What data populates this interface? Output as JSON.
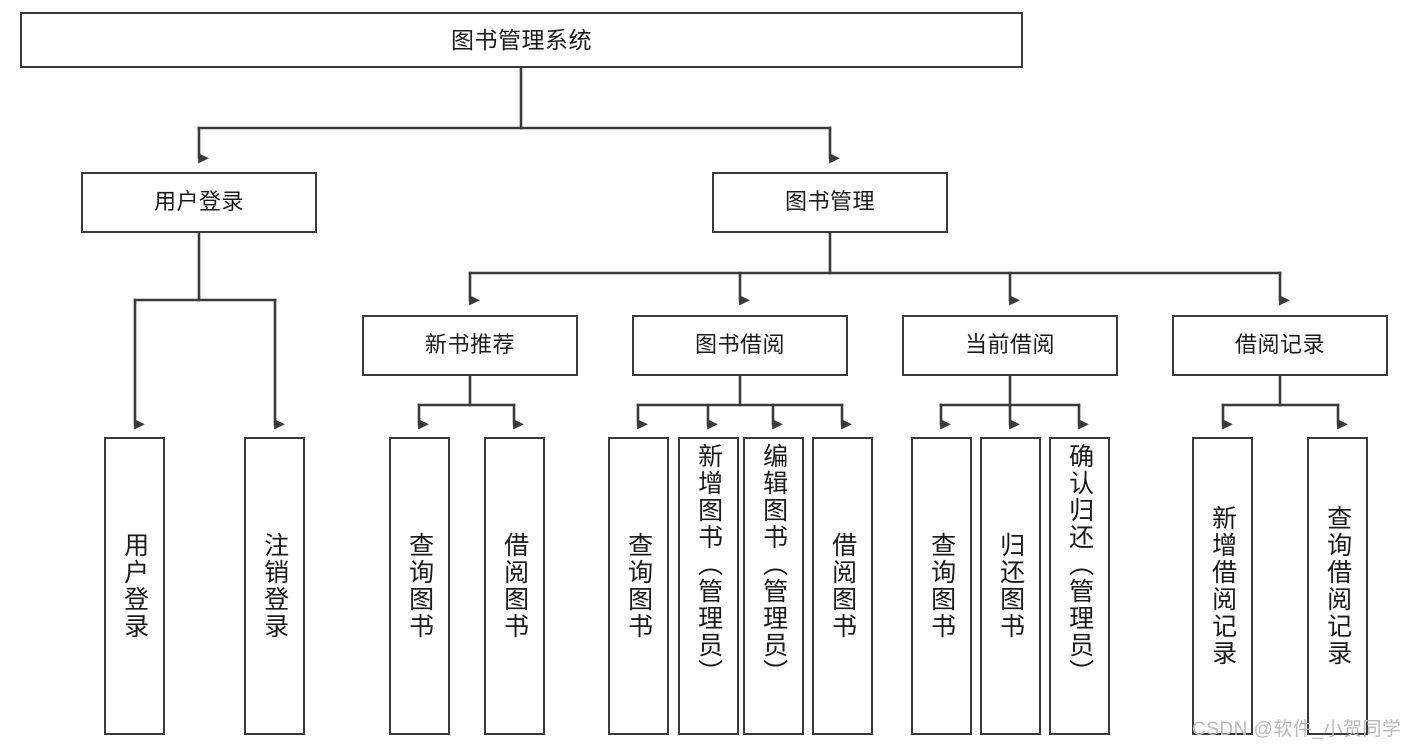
{
  "diagram": {
    "type": "tree-hierarchy",
    "title": "图书管理系统",
    "watermark": "CSDN @软件_小贺同学",
    "colors": {
      "box_border": "#3a3a3a",
      "box_fill": "#ffffff",
      "connector": "#3a3a3a",
      "text": "#1a1a1a",
      "watermark": "#b9b9b9",
      "background": "#ffffff"
    },
    "levels": {
      "root": "图书管理系统",
      "level2": [
        "用户登录",
        "图书管理"
      ],
      "level3": [
        "新书推荐",
        "图书借阅",
        "当前借阅",
        "借阅记录"
      ]
    },
    "nodes": {
      "root": {
        "label": "图书管理系统",
        "level": 1
      },
      "user_login": {
        "label": "用户登录",
        "level": 2,
        "parent": "图书管理系统"
      },
      "book_manage": {
        "label": "图书管理",
        "level": 2,
        "parent": "图书管理系统"
      },
      "new_book_rec": {
        "label": "新书推荐",
        "level": 3,
        "parent": "图书管理"
      },
      "book_borrow": {
        "label": "图书借阅",
        "level": 3,
        "parent": "图书管理"
      },
      "current_borrow": {
        "label": "当前借阅",
        "level": 3,
        "parent": "图书管理"
      },
      "borrow_record": {
        "label": "借阅记录",
        "level": 3,
        "parent": "图书管理"
      },
      "leaf_user_login": {
        "label": "用户登录",
        "level": 4,
        "parent": "用户登录"
      },
      "leaf_logout": {
        "label": "注销登录",
        "level": 4,
        "parent": "用户登录"
      },
      "leaf_query_book_a": {
        "label": "查询图书",
        "level": 4,
        "parent": "新书推荐"
      },
      "leaf_borrow_book_a": {
        "label": "借阅图书",
        "level": 4,
        "parent": "新书推荐"
      },
      "leaf_query_book_b": {
        "label": "查询图书",
        "level": 4,
        "parent": "图书借阅"
      },
      "leaf_add_book": {
        "label": "新增图书（管理员）",
        "level": 4,
        "parent": "图书借阅"
      },
      "leaf_edit_book": {
        "label": "编辑图书（管理员）",
        "level": 4,
        "parent": "图书借阅"
      },
      "leaf_borrow_book_b": {
        "label": "借阅图书",
        "level": 4,
        "parent": "图书借阅"
      },
      "leaf_query_book_c": {
        "label": "查询图书",
        "level": 4,
        "parent": "当前借阅"
      },
      "leaf_return_book": {
        "label": "归还图书",
        "level": 4,
        "parent": "当前借阅"
      },
      "leaf_confirm_return": {
        "label": "确认归还（管理员）",
        "level": 4,
        "parent": "当前借阅"
      },
      "leaf_add_record": {
        "label": "新增借阅记录",
        "level": 4,
        "parent": "借阅记录"
      },
      "leaf_query_record": {
        "label": "查询借阅记录",
        "level": 4,
        "parent": "借阅记录"
      }
    }
  }
}
